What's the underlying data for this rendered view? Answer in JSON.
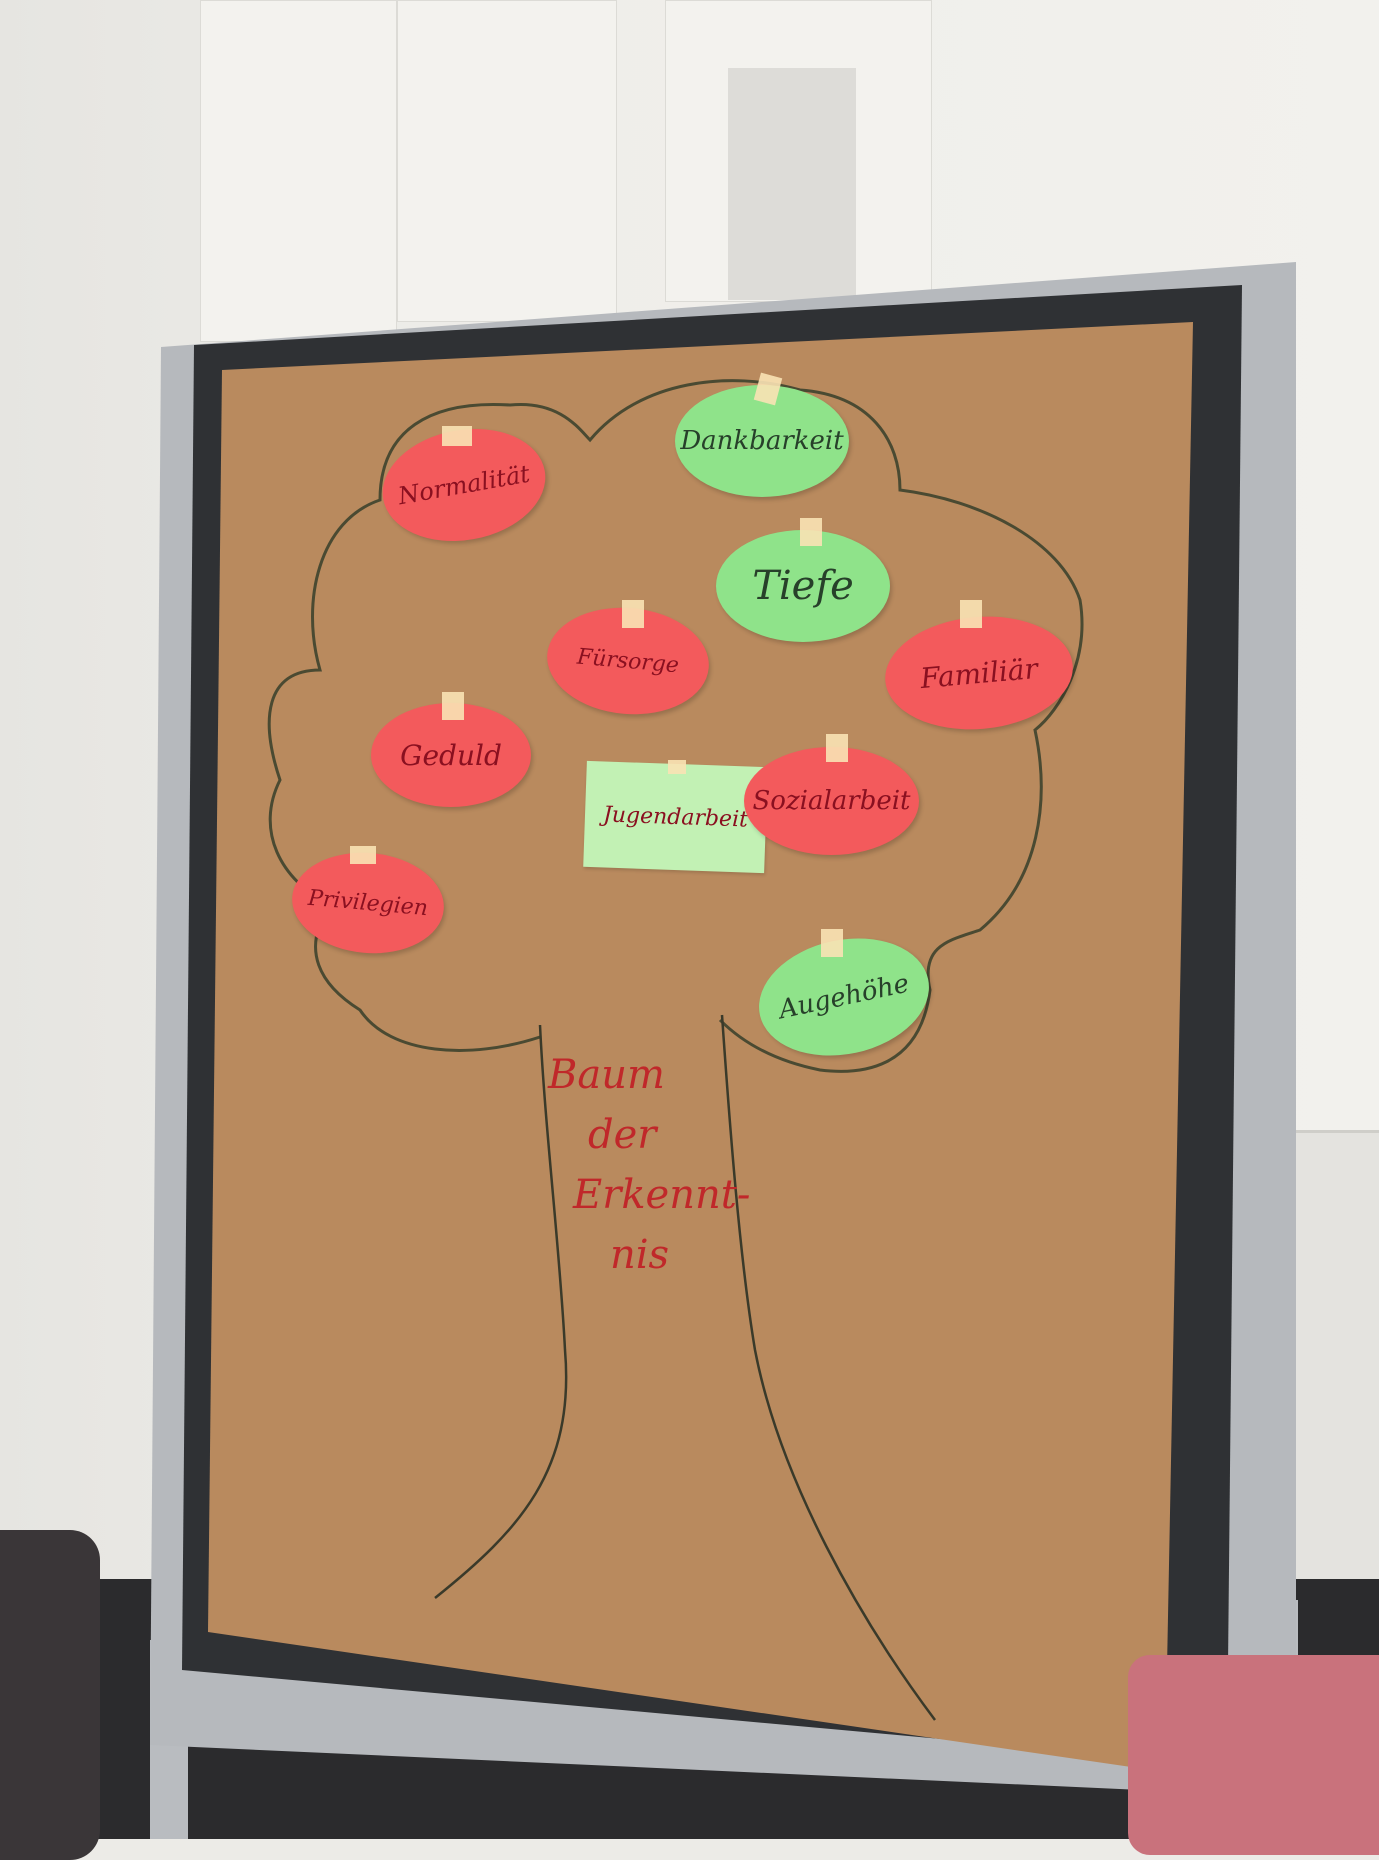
{
  "poster": {
    "trunk_text": [
      "Baum",
      "der",
      "Erkennt-",
      "nis"
    ],
    "red_apples": [
      "Normalität",
      "Fürsorge",
      "Familiär",
      "Geduld",
      "Sozialarbeit",
      "Privilegien"
    ],
    "green_apples": [
      "Dankbarkeit",
      "Tiefe",
      "Augehöhe"
    ],
    "green_note": "Jugendarbeit"
  },
  "colors": {
    "paper": "#b98a5e",
    "red_apple": "#f35a5c",
    "green_apple": "#8fe38a",
    "note": "#c2f1b4",
    "ink_red": "#c0282a",
    "board_frame": "#b6b9bd"
  }
}
